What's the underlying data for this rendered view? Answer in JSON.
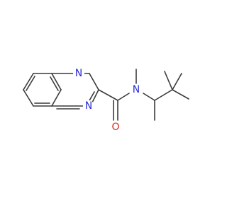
{
  "molecule": {
    "atoms": [
      {
        "id": "N1",
        "label": "N",
        "color": "#2b2bd8"
      },
      {
        "id": "N2",
        "label": "N",
        "color": "#2b2bd8"
      },
      {
        "id": "N3",
        "label": "N",
        "color": "#2b2bd8"
      },
      {
        "id": "O1",
        "label": "O",
        "color": "#e0241b"
      }
    ],
    "bond_color": "#3a3a3a"
  }
}
